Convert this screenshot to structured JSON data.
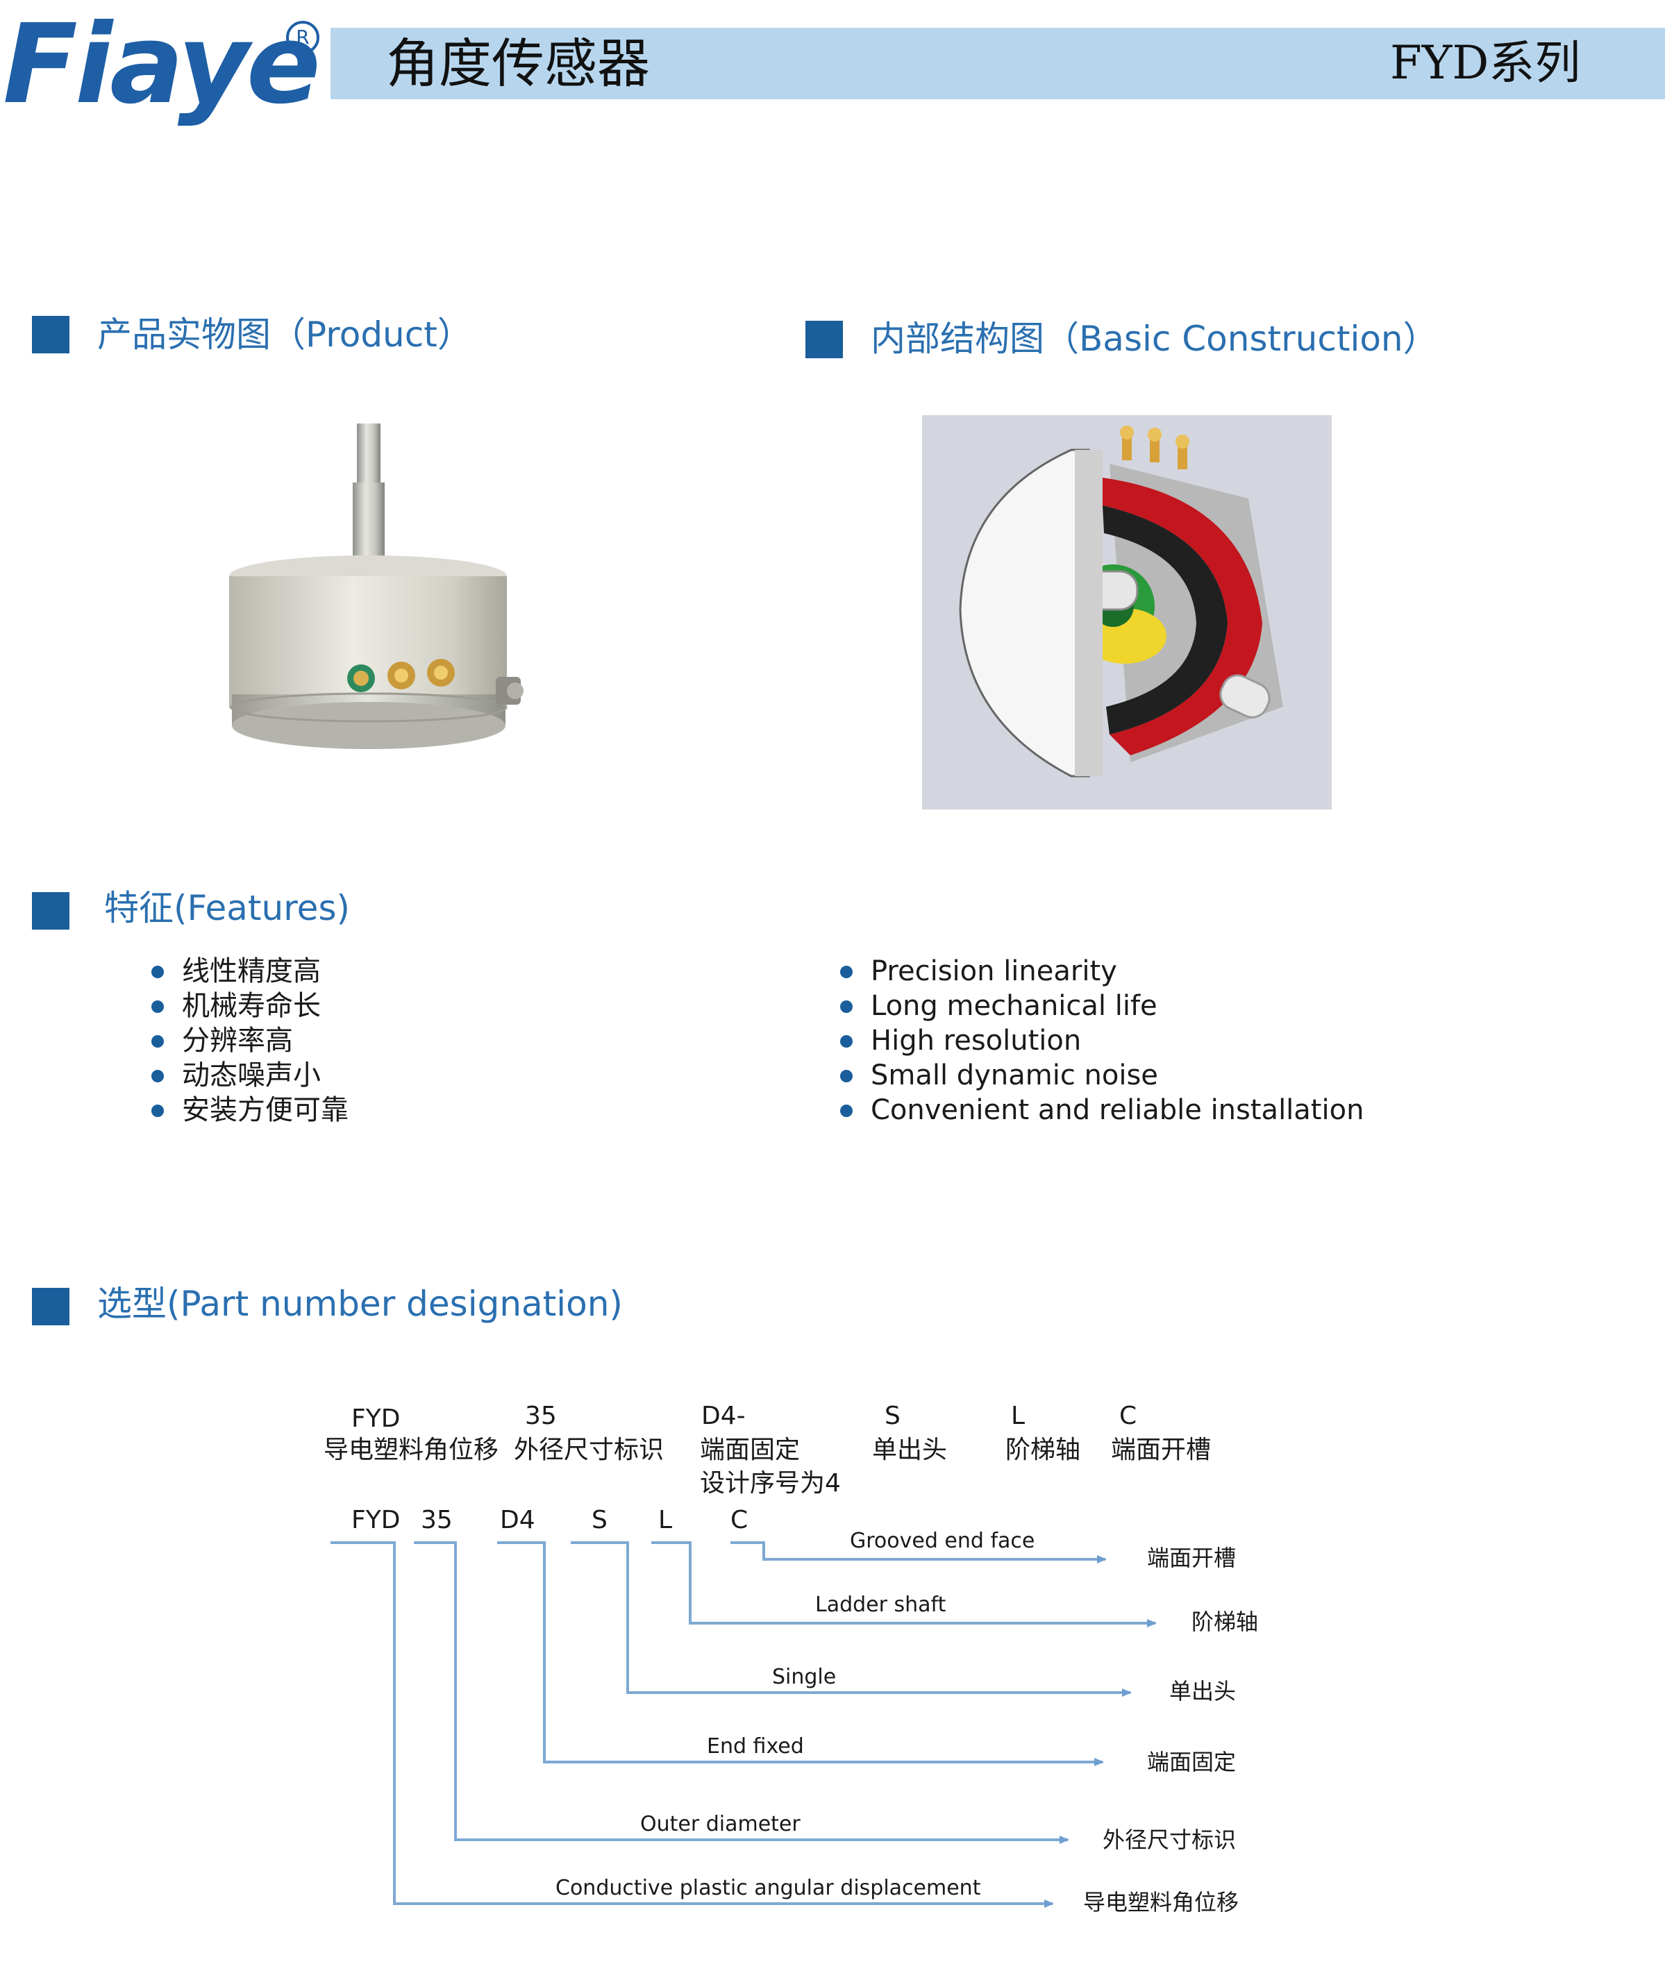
{
  "header": {
    "logo": "Fiaye",
    "registered_mark": "R",
    "title": "角度传感器",
    "series": "FYD系列"
  },
  "sections": {
    "product": "产品实物图（Product）",
    "construction": "内部结构图（Basic Construction）",
    "features": "特征(Features)",
    "designation": "选型(Part number designation)"
  },
  "features_cn": [
    "线性精度高",
    "机械寿命长",
    "分辨率高",
    "动态噪声小",
    "安装方便可靠"
  ],
  "features_en": [
    "Precision linearity",
    "Long mechanical life",
    "High resolution",
    "Small dynamic noise",
    "Convenient and reliable installation"
  ],
  "designation": {
    "top_codes": [
      "FYD",
      "35",
      "D4-",
      "S",
      "L",
      "C"
    ],
    "top_cn": [
      "导电塑料角位移",
      "外径尺寸标识",
      "端面固定",
      "单出头",
      "阶梯轴",
      "端面开槽"
    ],
    "top_cn_extra": "设计序号为4",
    "codes": [
      "FYD",
      "35",
      "D4",
      "S",
      "L",
      "C"
    ],
    "branches": [
      {
        "en": "Grooved end face",
        "cn": "端面开槽"
      },
      {
        "en": "Ladder shaft",
        "cn": "阶梯轴"
      },
      {
        "en": "Single",
        "cn": "单出头"
      },
      {
        "en": "End fixed",
        "cn": "端面固定"
      },
      {
        "en": "Outer diameter",
        "cn": "外径尺寸标识"
      },
      {
        "en": "Conductive plastic angular displacement",
        "cn": "导电塑料角位移"
      }
    ]
  }
}
